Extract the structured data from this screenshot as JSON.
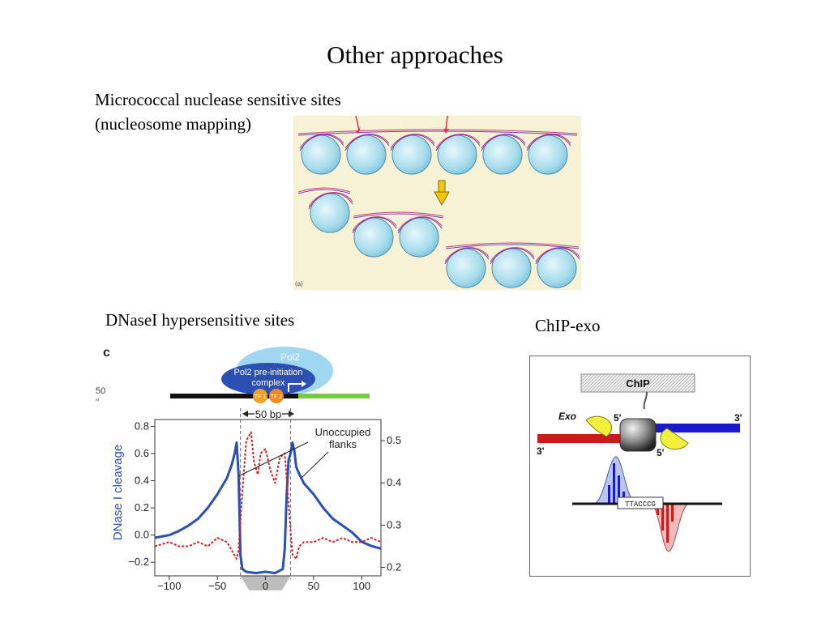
{
  "slide": {
    "title": "Other approaches"
  },
  "mnase": {
    "label_line1": "Micrococcal nuclease sensitive sites",
    "label_line2": "(nucleosome mapping)",
    "panel_tag": "(a)"
  },
  "dnase": {
    "label": "DNaseI hypersensitive sites",
    "panel_letter": "c",
    "pol2": "Pol2",
    "pic_line1": "Pol2 pre-initiation",
    "pic_line2": "complex",
    "tf1": "TF 1",
    "tf2": "TF 2",
    "span": "50 bp",
    "annot_line1": "Unoccupied",
    "annot_line2": "flanks",
    "ylabel": "DNase I cleavage",
    "edge_fragment_1": "50",
    "edge_fragment_2": "′′"
  },
  "chipexo": {
    "label": "ChIP-exo",
    "chip_box": "ChIP",
    "exo": "Exo",
    "five_prime": "5'",
    "three_prime": "3'",
    "motif": "TTACCCG"
  },
  "chart_data": {
    "type": "line",
    "xlabel": "",
    "ylabel": "DNase I cleavage",
    "x_ticks": [
      -100,
      -50,
      0,
      50,
      100
    ],
    "xlim": [
      -115,
      120
    ],
    "y_left_ticks": [
      -0.2,
      0.0,
      0.2,
      0.4,
      0.6,
      0.8
    ],
    "ylim_left": [
      -0.3,
      0.85
    ],
    "y_right_ticks": [
      0.2,
      0.3,
      0.4,
      0.5
    ],
    "ylim_right": [
      0.18,
      0.55
    ],
    "series": [
      {
        "axis": "left",
        "color": "#2a4fb5",
        "x": [
          -115,
          -100,
          -90,
          -80,
          -70,
          -60,
          -50,
          -40,
          -35,
          -32,
          -30,
          -28,
          -26,
          -24,
          -20,
          -10,
          0,
          10,
          18,
          20,
          22,
          24,
          26,
          28,
          30,
          32,
          35,
          40,
          50,
          60,
          70,
          80,
          90,
          100,
          110,
          120
        ],
        "values": [
          -0.02,
          0.0,
          0.03,
          0.07,
          0.12,
          0.2,
          0.3,
          0.42,
          0.52,
          0.6,
          0.68,
          0.45,
          -0.15,
          -0.25,
          -0.27,
          -0.28,
          -0.27,
          -0.28,
          -0.25,
          -0.1,
          0.3,
          0.55,
          0.6,
          0.68,
          0.62,
          0.5,
          0.45,
          0.38,
          0.3,
          0.2,
          0.12,
          0.07,
          0.02,
          -0.05,
          -0.08,
          -0.1
        ]
      },
      {
        "axis": "right",
        "color": "#d42020",
        "x": [
          -115,
          -100,
          -90,
          -80,
          -70,
          -60,
          -50,
          -40,
          -35,
          -30,
          -28,
          -25,
          -20,
          -15,
          -12,
          -8,
          -5,
          0,
          5,
          10,
          15,
          20,
          24,
          28,
          32,
          35,
          40,
          50,
          60,
          70,
          80,
          90,
          100,
          110,
          120
        ],
        "values": [
          0.25,
          0.26,
          0.25,
          0.25,
          0.26,
          0.25,
          0.27,
          0.26,
          0.24,
          0.22,
          0.24,
          0.35,
          0.5,
          0.52,
          0.45,
          0.42,
          0.47,
          0.48,
          0.43,
          0.4,
          0.46,
          0.47,
          0.35,
          0.23,
          0.22,
          0.25,
          0.26,
          0.26,
          0.27,
          0.26,
          0.27,
          0.26,
          0.26,
          0.27,
          0.26
        ]
      }
    ]
  }
}
